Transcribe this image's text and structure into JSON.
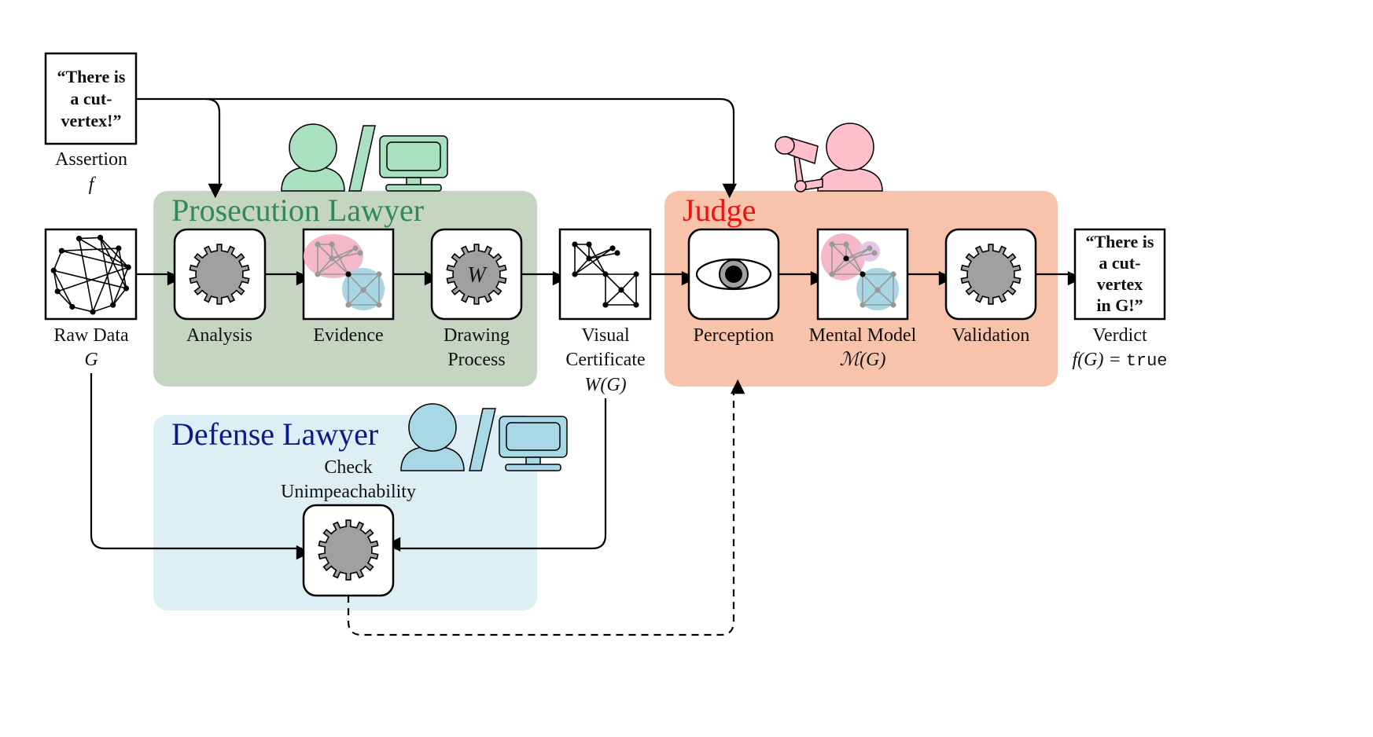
{
  "assertion": {
    "lines": [
      "“There is",
      "a cut-",
      "vertex!”"
    ],
    "label": "Assertion",
    "symbol": "f"
  },
  "raw_data": {
    "label": "Raw Data",
    "symbol": "G"
  },
  "prosecution": {
    "title": "Prosecution Lawyer",
    "analysis_label": "Analysis",
    "evidence_label": "Evidence",
    "drawing_label_lines": [
      "Drawing",
      "Process"
    ],
    "drawing_glyph": "W"
  },
  "visual_certificate": {
    "lines": [
      "Visual",
      "Certificate"
    ],
    "symbol": "W(G)"
  },
  "judge": {
    "title": "Judge",
    "perception_label": "Perception",
    "mental_model_label": "Mental Model",
    "mental_model_symbol": "ℳ(G)",
    "validation_label": "Validation"
  },
  "verdict": {
    "lines": [
      "“There is",
      "a cut-",
      "vertex",
      "in G!”"
    ],
    "label": "Verdict",
    "formula": "f(G) = ",
    "value": "true"
  },
  "defense": {
    "title": "Defense Lawyer",
    "step_lines": [
      "Check",
      "Unimpeachability"
    ]
  },
  "colors": {
    "prosecution_bg": "#c5d5c1",
    "prosecution_title": "#2e8b57",
    "prosecution_icon": "#a8e0c0",
    "judge_bg": "#f7c3ab",
    "judge_title": "#ee1111",
    "judge_icon": "#ffc0cb",
    "defense_bg": "#ddeef5",
    "defense_title": "#0b1a8a",
    "defense_icon": "#a8d8e6",
    "gear": "#a0a0a0",
    "evidence_pink": "#f5b8c8",
    "evidence_blue": "#a8d6e4"
  }
}
